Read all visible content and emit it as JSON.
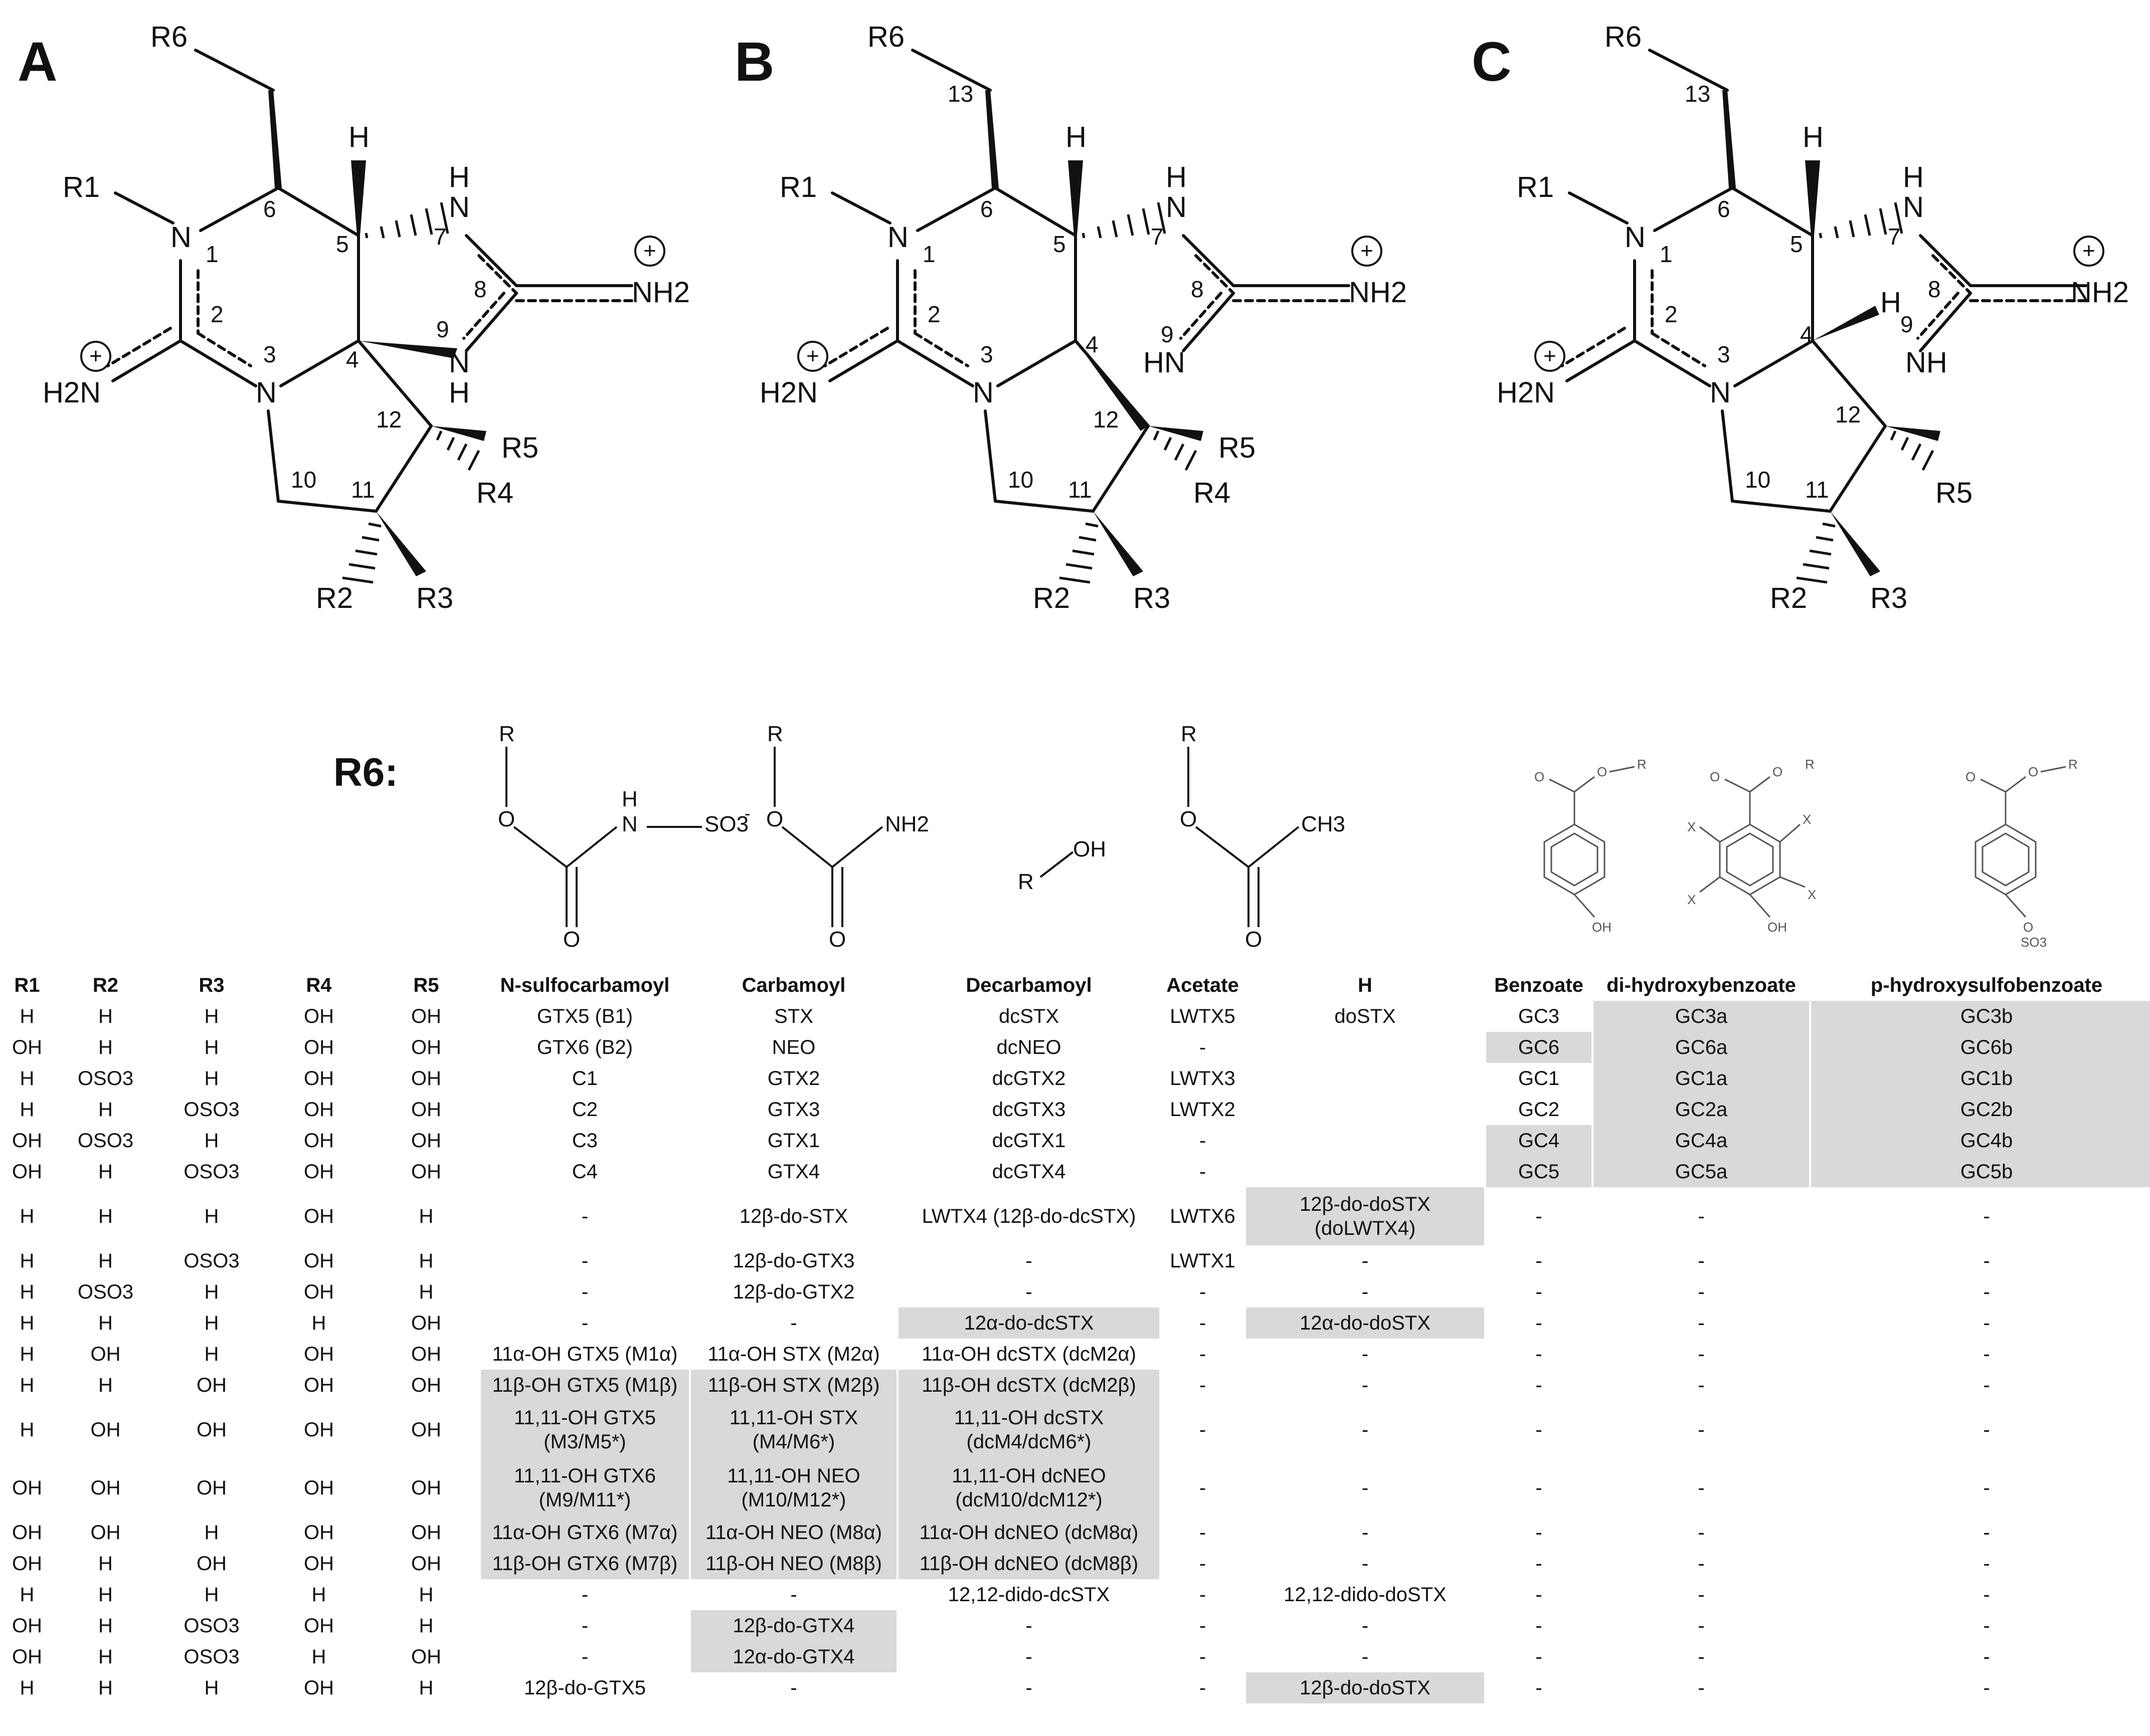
{
  "panels": [
    {
      "letter": "A"
    },
    {
      "letter": "B"
    },
    {
      "letter": "C"
    }
  ],
  "atoms": {
    "R1": "R1",
    "R2": "R2",
    "R3": "R3",
    "R4": "R4",
    "R5": "R5",
    "R6": "R6",
    "N": "N",
    "H": "H",
    "NH2": "NH2",
    "H2N": "H2N",
    "HN": "HN",
    "NH": "NH",
    "plus": "+",
    "n1": "1",
    "n2": "2",
    "n3": "3",
    "n4": "4",
    "n5": "5",
    "n6": "6",
    "n7": "7",
    "n8": "8",
    "n9": "9",
    "n10": "10",
    "n11": "11",
    "n12": "12",
    "n13": "13"
  },
  "r6": {
    "label": "R6:",
    "R": "R",
    "O": "O",
    "SO3": "SO3",
    "minus": "-",
    "OH": "OH",
    "CH3": "CH3",
    "X": "X"
  },
  "table": {
    "headers": [
      "R1",
      "R2",
      "R3",
      "R4",
      "R5",
      "N-sulfocarbamoyl",
      "Carbamoyl",
      "Decarbamoyl",
      "Acetate",
      "H",
      "Benzoate",
      "di-hydroxybenzoate",
      "p-hydroxysulfobenzoate"
    ],
    "rows": [
      {
        "c": [
          "H",
          "H",
          "H",
          "OH",
          "OH",
          "GTX5 (B1)",
          "STX",
          "dcSTX",
          "LWTX5",
          "doSTX",
          "GC3",
          "GC3a",
          "GC3b"
        ],
        "s": [
          11,
          12
        ]
      },
      {
        "c": [
          "OH",
          "H",
          "H",
          "OH",
          "OH",
          "GTX6 (B2)",
          "NEO",
          "dcNEO",
          "-",
          "",
          "GC6",
          "GC6a",
          "GC6b"
        ],
        "s": [
          10,
          11,
          12
        ]
      },
      {
        "c": [
          "H",
          "OSO3",
          "H",
          "OH",
          "OH",
          "C1",
          "GTX2",
          "dcGTX2",
          "LWTX3",
          "",
          "GC1",
          "GC1a",
          "GC1b"
        ],
        "s": [
          11,
          12
        ]
      },
      {
        "c": [
          "H",
          "H",
          "OSO3",
          "OH",
          "OH",
          "C2",
          "GTX3",
          "dcGTX3",
          "LWTX2",
          "",
          "GC2",
          "GC2a",
          "GC2b"
        ],
        "s": [
          11,
          12
        ]
      },
      {
        "c": [
          "OH",
          "OSO3",
          "H",
          "OH",
          "OH",
          "C3",
          "GTX1",
          "dcGTX1",
          "-",
          "",
          "GC4",
          "GC4a",
          "GC4b"
        ],
        "s": [
          10,
          11,
          12
        ]
      },
      {
        "c": [
          "OH",
          "H",
          "OSO3",
          "OH",
          "OH",
          "C4",
          "GTX4",
          "dcGTX4",
          "-",
          "",
          "GC5",
          "GC5a",
          "GC5b"
        ],
        "s": [
          10,
          11,
          12
        ]
      },
      {
        "c": [
          "H",
          "H",
          "H",
          "OH",
          "H",
          "-",
          "12β-do-STX",
          "LWTX4 (12β-do-dcSTX)",
          "LWTX6",
          "12β-do-doSTX (doLWTX4)",
          "-",
          "-",
          "-"
        ],
        "s": [
          9
        ],
        "tall": true
      },
      {
        "c": [
          "H",
          "H",
          "OSO3",
          "OH",
          "H",
          "-",
          "12β-do-GTX3",
          "-",
          "LWTX1",
          "-",
          "-",
          "-",
          "-"
        ],
        "s": []
      },
      {
        "c": [
          "H",
          "OSO3",
          "H",
          "OH",
          "H",
          "-",
          "12β-do-GTX2",
          "-",
          "-",
          "-",
          "-",
          "-",
          "-"
        ],
        "s": []
      },
      {
        "c": [
          "H",
          "H",
          "H",
          "H",
          "OH",
          "-",
          "-",
          "12α-do-dcSTX",
          "-",
          "12α-do-doSTX",
          "-",
          "-",
          "-"
        ],
        "s": [
          7,
          9
        ]
      },
      {
        "c": [
          "H",
          "OH",
          "H",
          "OH",
          "OH",
          "11α-OH GTX5 (M1α)",
          "11α-OH STX (M2α)",
          "11α-OH dcSTX (dcM2α)",
          "-",
          "-",
          "-",
          "-",
          "-"
        ],
        "s": []
      },
      {
        "c": [
          "H",
          "H",
          "OH",
          "OH",
          "OH",
          "11β-OH GTX5 (M1β)",
          "11β-OH STX (M2β)",
          "11β-OH dcSTX (dcM2β)",
          "-",
          "-",
          "-",
          "-",
          "-"
        ],
        "s": [
          5,
          6,
          7
        ]
      },
      {
        "c": [
          "H",
          "OH",
          "OH",
          "OH",
          "OH",
          "11,11-OH GTX5 (M3/M5*)",
          "11,11-OH STX (M4/M6*)",
          "11,11-OH dcSTX (dcM4/dcM6*)",
          "-",
          "-",
          "-",
          "-",
          "-"
        ],
        "s": [
          5,
          6,
          7
        ],
        "tall": true
      },
      {
        "c": [
          "OH",
          "OH",
          "OH",
          "OH",
          "OH",
          "11,11-OH GTX6 (M9/M11*)",
          "11,11-OH NEO (M10/M12*)",
          "11,11-OH dcNEO (dcM10/dcM12*)",
          "-",
          "-",
          "-",
          "-",
          "-"
        ],
        "s": [
          5,
          6,
          7
        ],
        "tall": true
      },
      {
        "c": [
          "OH",
          "OH",
          "H",
          "OH",
          "OH",
          "11α-OH GTX6 (M7α)",
          "11α-OH NEO (M8α)",
          "11α-OH dcNEO (dcM8α)",
          "-",
          "-",
          "-",
          "-",
          "-"
        ],
        "s": [
          5,
          6,
          7
        ]
      },
      {
        "c": [
          "OH",
          "H",
          "OH",
          "OH",
          "OH",
          "11β-OH GTX6 (M7β)",
          "11β-OH NEO (M8β)",
          "11β-OH dcNEO (dcM8β)",
          "-",
          "-",
          "-",
          "-",
          "-"
        ],
        "s": [
          5,
          6,
          7
        ]
      },
      {
        "c": [
          "H",
          "H",
          "H",
          "H",
          "H",
          "-",
          "-",
          "12,12-dido-dcSTX",
          "-",
          "12,12-dido-doSTX",
          "-",
          "-",
          "-"
        ],
        "s": []
      },
      {
        "c": [
          "OH",
          "H",
          "OSO3",
          "OH",
          "H",
          "-",
          "12β-do-GTX4",
          "-",
          "-",
          "-",
          "-",
          "-",
          "-"
        ],
        "s": [
          6
        ]
      },
      {
        "c": [
          "OH",
          "H",
          "OSO3",
          "H",
          "OH",
          "-",
          "12α-do-GTX4",
          "-",
          "-",
          "-",
          "-",
          "-",
          "-"
        ],
        "s": [
          6
        ]
      },
      {
        "c": [
          "H",
          "H",
          "H",
          "OH",
          "H",
          "12β-do-GTX5",
          "-",
          "-",
          "-",
          "12β-do-doSTX",
          "-",
          "-",
          "-"
        ],
        "s": [
          9
        ]
      }
    ]
  }
}
